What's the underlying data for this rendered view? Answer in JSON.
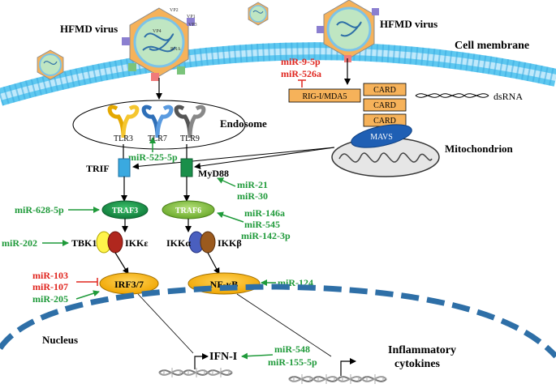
{
  "labels": {
    "virus_left": "HFMD virus",
    "virus_right": "HFMD virus",
    "cell_membrane": "Cell membrane",
    "endosome": "Endosome",
    "mitochondrion": "Mitochondrion",
    "nucleus": "Nucleus",
    "dsrna": "dsRNA",
    "mavs": "MAVS",
    "rig": "RIG-I/MDA5",
    "card1": "CARD",
    "card2": "CARD",
    "card3": "CARD",
    "tlr3": "TLR3",
    "tlr7": "TLR7",
    "tlr9": "TLR9",
    "trif": "TRIF",
    "myd88": "MyD88",
    "traf3": "TRAF3",
    "traf6": "TRAF6",
    "tbk1": "TBK1",
    "ikke": "IKKε",
    "ikka": "IKKα",
    "ikkb": "IKKβ",
    "irf": "IRF3/7",
    "nfkb": "NF-κB",
    "ifn": "IFN-I",
    "inflam1": "Inflammatory",
    "inflam2": "cytokines",
    "vp1": "VP1",
    "vp2": "VP2",
    "vp3": "VP3",
    "vp4": "VP4",
    "rna": "RNA"
  },
  "mirnas": {
    "mir_9_5p": "miR-9-5p",
    "mir_526a": "miR-526a",
    "mir_525_5p": "miR-525-5p",
    "mir_21": "miR-21",
    "mir_30": "miR-30",
    "mir_628_5p": "miR-628-5p",
    "mir_146a": "miR-146a",
    "mir_545": "miR-545",
    "mir_142_3p": "miR-142-3p",
    "mir_202": "miR-202",
    "mir_103": "miR-103",
    "mir_107": "miR-107",
    "mir_205": "miR-205",
    "mir_124": "miR-124",
    "mir_548": "miR-548",
    "mir_155_5p": "miR-155-5p"
  },
  "colors": {
    "promote": "#1f9a3a",
    "inhibit": "#e0261f",
    "membrane": "#5ec8f0",
    "traf3": "#1a8f4a",
    "traf6": "#8cc63f",
    "oval_yellow": "#f7b512",
    "nucleus_line": "#2e6fa7",
    "mavs": "#1f5fb4",
    "card": "#f6b25a"
  }
}
